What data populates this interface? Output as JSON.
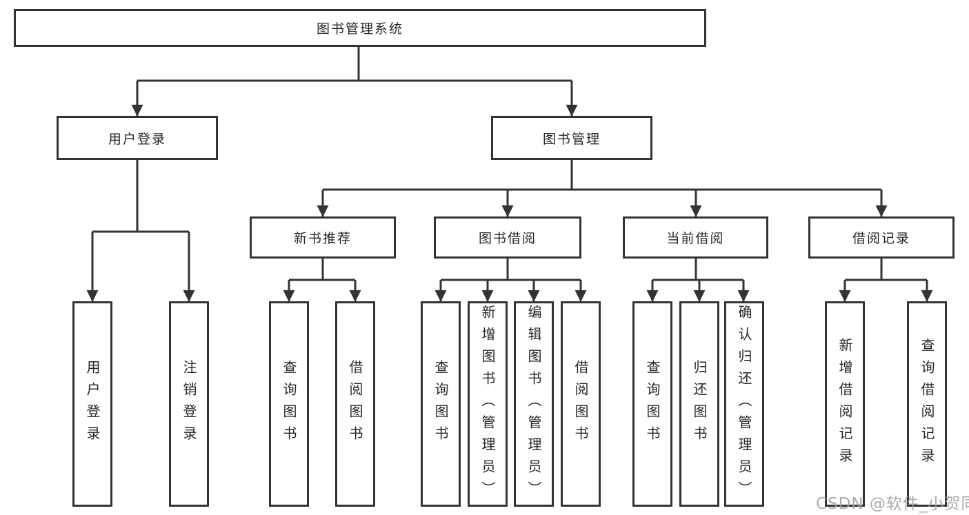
{
  "root": {
    "label": "图书管理系统"
  },
  "level2": {
    "user_login": {
      "label": "用户登录"
    },
    "book_mgmt": {
      "label": "图书管理"
    }
  },
  "level3": {
    "new_books": {
      "label": "新书推荐"
    },
    "book_borrow": {
      "label": "图书借阅"
    },
    "current_borrow": {
      "label": "当前借阅"
    },
    "borrow_records": {
      "label": "借阅记录"
    }
  },
  "leaves": {
    "user_login": [
      "用户登录",
      "注销登录"
    ],
    "new_books": [
      "查询图书",
      "借阅图书"
    ],
    "book_borrow": [
      "查询图书",
      "新增图书（管理员）",
      "编辑图书（管理员）",
      "借阅图书"
    ],
    "current_borrow": [
      "查询图书",
      "归还图书",
      "确认归还（管理员）"
    ],
    "borrow_records": [
      "新增借阅记录",
      "查询借阅记录"
    ]
  },
  "watermark": {
    "text": "CSDN @软件_小贺同学"
  },
  "colors": {
    "line": "#333333",
    "text": "#262626",
    "watermark": "#a4a4a4",
    "background": "#ffffff"
  }
}
